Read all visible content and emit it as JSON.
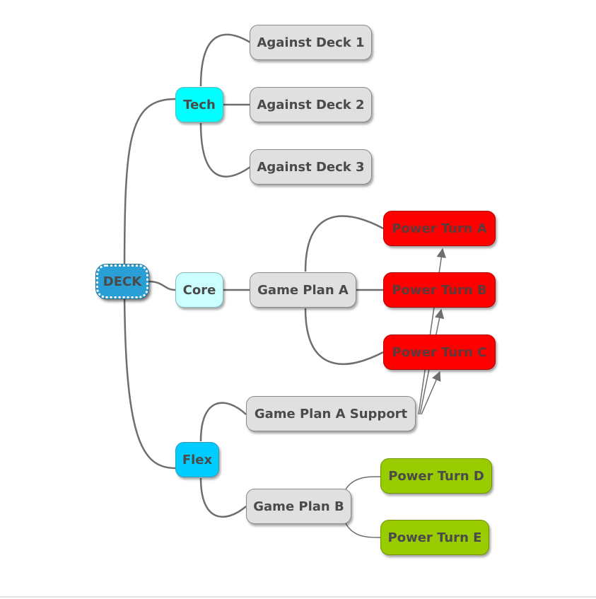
{
  "nodes": {
    "deck": "DECK",
    "tech": "Tech",
    "core": "Core",
    "flex": "Flex",
    "against_deck_1": "Against Deck 1",
    "against_deck_2": "Against Deck 2",
    "against_deck_3": "Against Deck 3",
    "game_plan_a": "Game Plan A",
    "power_turn_a": "Power Turn A",
    "power_turn_b": "Power Turn B",
    "power_turn_c": "Power Turn C",
    "game_plan_a_support": "Game Plan A Support",
    "game_plan_b": "Game Plan B",
    "power_turn_d": "Power Turn D",
    "power_turn_e": "Power Turn E"
  },
  "colors": {
    "root": "#2a9fd6",
    "tech": "#00ffff",
    "core": "#ccffff",
    "flex": "#00ccff",
    "leaf": "#e0e0e0",
    "power_turn_red": "#ff0000",
    "power_turn_green": "#99cc00",
    "connector": "#6e6e6e"
  }
}
